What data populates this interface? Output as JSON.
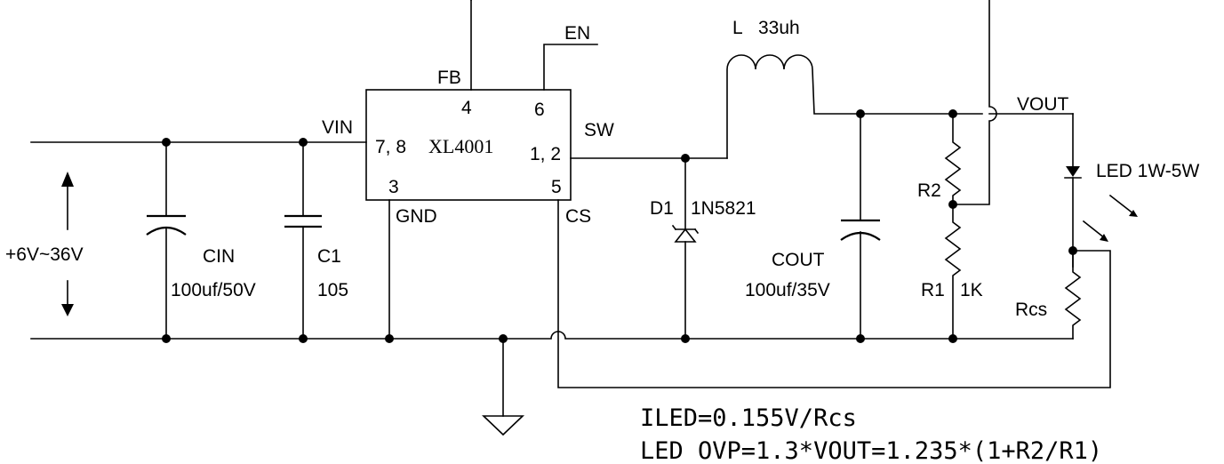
{
  "ic": {
    "name": "XL4001",
    "pins": {
      "fb": "4",
      "en": "6",
      "vin": "7, 8",
      "sw": "1, 2",
      "gnd": "3",
      "cs": "5"
    },
    "pin_labels": {
      "fb": "FB",
      "en": "EN",
      "vin": "VIN",
      "sw": "SW",
      "gnd": "GND",
      "cs": "CS"
    }
  },
  "components": {
    "input_range": "+6V~36V",
    "cin": {
      "name": "CIN",
      "value": "100uf/50V"
    },
    "c1": {
      "name": "C1",
      "value": "105"
    },
    "inductor": {
      "name": "L",
      "value": "33uh"
    },
    "diode": {
      "name": "D1",
      "value": "1N5821"
    },
    "cout": {
      "name": "COUT",
      "value": "100uf/35V"
    },
    "r2": {
      "name": "R2"
    },
    "r1": {
      "name": "R1",
      "value": "1K"
    },
    "rcs": {
      "name": "Rcs"
    },
    "vout": "VOUT",
    "led": "LED 1W-5W"
  },
  "formulas": {
    "iled": "ILED=0.155V/Rcs",
    "ovp": "LED OVP=1.3*VOUT=1.235*(1+R2/R1)"
  }
}
